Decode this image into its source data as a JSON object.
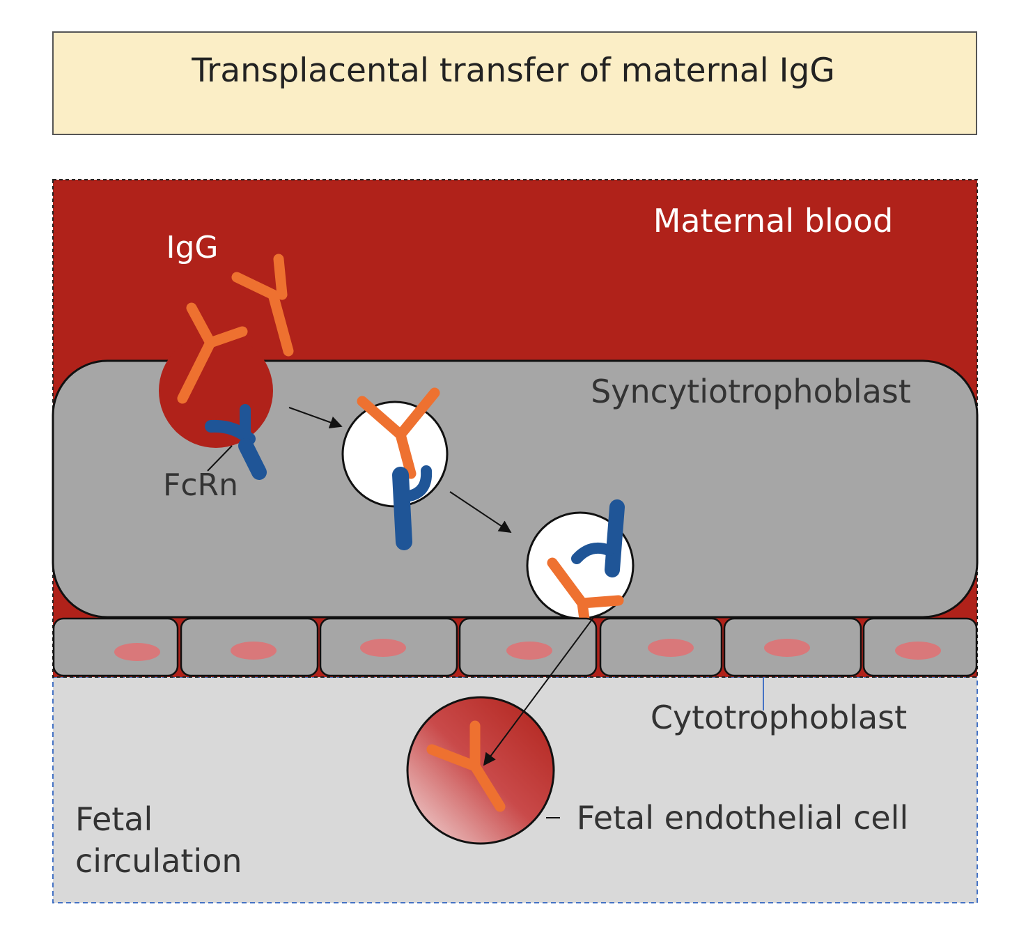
{
  "title": "Transplacental transfer of maternal IgG",
  "labels": {
    "maternal_blood": "Maternal blood",
    "igg": "IgG",
    "syncytiotrophoblast": "Syncytiotrophoblast",
    "fcrn": "FcRn",
    "cytotrophoblast": "Cytotrophoblast",
    "fetal_endothelial_cell": "Fetal endothelial cell",
    "fetal_circulation_line1": "Fetal",
    "fetal_circulation_line2": "circulation"
  },
  "colors": {
    "title_fill": "#fbeec6",
    "maternal_blood": "#b0221a",
    "syncytiotrophoblast": "#a6a6a6",
    "cytotrophoblast_cell": "#a6a6a6",
    "nucleus": "#d9787a",
    "fetal_circulation": "#d9d9d9",
    "igg": "#ee7130",
    "fcrn": "#1f5597",
    "vesicle": "#ffffff",
    "label_dark": "#333333",
    "label_light": "#ffffff"
  },
  "icons": [
    "igg-antibody-icon",
    "fcrn-receptor-icon",
    "vesicle-icon",
    "arrow-icon"
  ]
}
